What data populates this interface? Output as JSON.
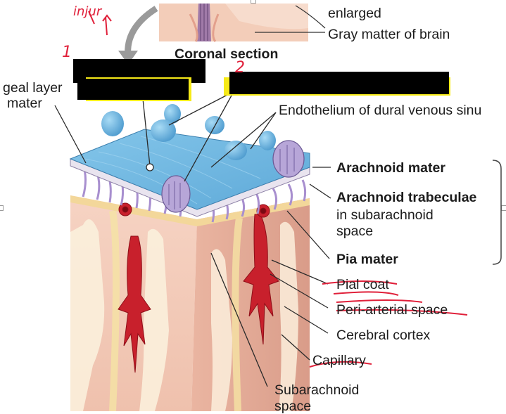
{
  "labels": {
    "enlarged": "enlarged",
    "gray_matter": "Gray matter of brain",
    "coronal_section": "Coronal section",
    "meningeal_layer_partial": "geal layer",
    "mater_partial": "mater",
    "endothelium": "Endothelium of dural venous sinu",
    "arachnoid_mater": "Arachnoid mater",
    "arachnoid_trabeculae": "Arachnoid trabeculae",
    "in_subarachnoid": "in subarachnoid",
    "space1": "space",
    "pia_mater": "Pia mater",
    "pial_coat": "Pial coat",
    "periarterial_space": "Peri-arterial space",
    "cerebral_cortex": "Cerebral cortex",
    "capillary": "Capillary",
    "subarachnoid": "Subarachnoid",
    "space2": "space"
  },
  "handwriting": {
    "top_scribble": "injur",
    "num_one": "1",
    "num_two": "2"
  },
  "colors": {
    "dura_blue": "#6fb9e3",
    "arachnoid_lavender": "#b7a6d8",
    "cortex_pink": "#f2c7b6",
    "vessel_red": "#c8202c",
    "annotation_red": "#e0203a",
    "highlight_yellow": "#f6ea18"
  }
}
